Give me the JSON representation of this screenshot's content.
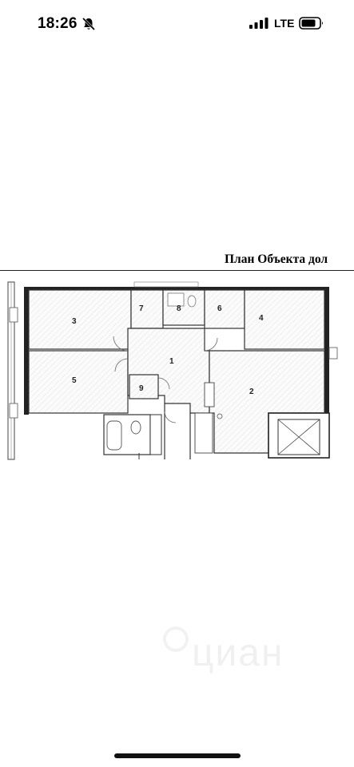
{
  "status_bar": {
    "time": "18:26",
    "network": "LTE",
    "icons": [
      "bell-slash-icon",
      "cellular-signal-icon",
      "battery-icon"
    ]
  },
  "document": {
    "title": "План Объекта дол"
  },
  "floor_plan": {
    "rooms": [
      {
        "id": "1",
        "label": "1"
      },
      {
        "id": "2",
        "label": "2"
      },
      {
        "id": "3",
        "label": "3"
      },
      {
        "id": "4",
        "label": "4"
      },
      {
        "id": "5",
        "label": "5"
      },
      {
        "id": "6",
        "label": "6"
      },
      {
        "id": "7",
        "label": "7"
      },
      {
        "id": "8",
        "label": "8"
      },
      {
        "id": "9",
        "label": "9"
      }
    ]
  },
  "watermark": {
    "text": "циан"
  }
}
